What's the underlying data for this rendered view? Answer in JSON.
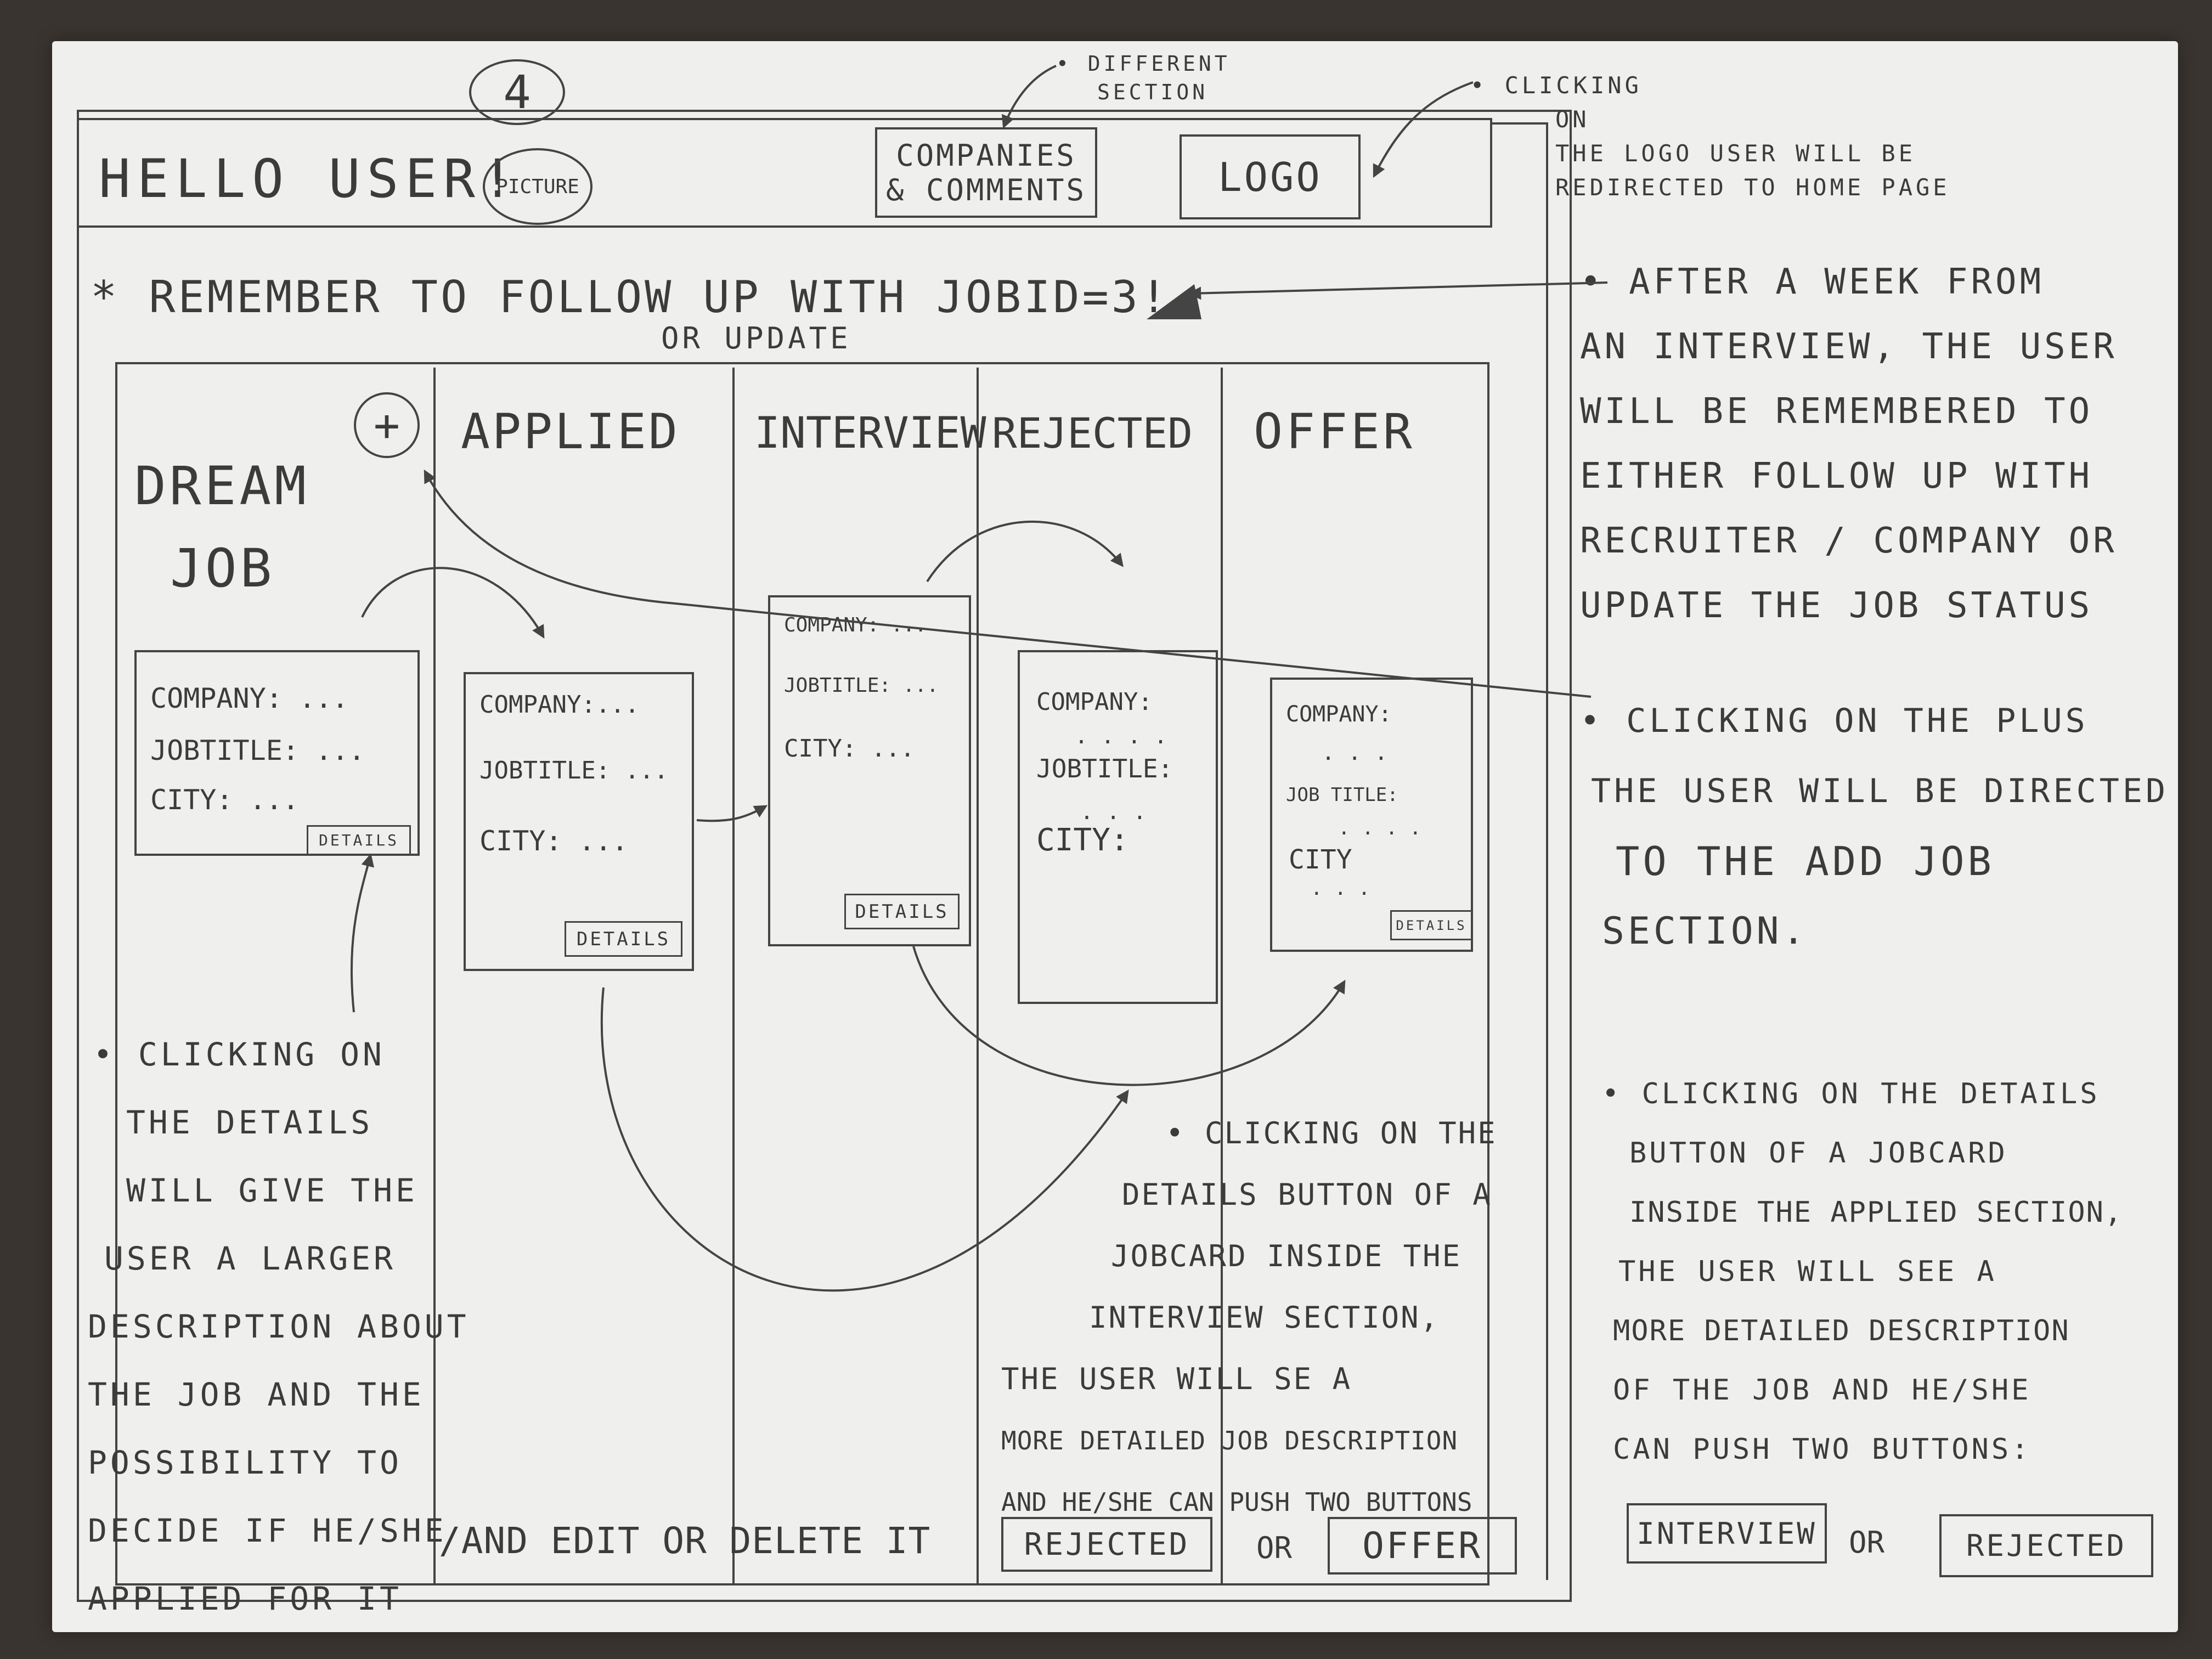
{
  "page_number": "4",
  "header": {
    "greeting": "HELLO USER!",
    "picture_label": "PICTURE",
    "companies_button_line1": "COMPANIES",
    "companies_button_line2": "& COMMENTS",
    "logo_label": "LOGO"
  },
  "reminder": {
    "text": "* REMEMBER TO FOLLOW UP WITH JOBID=3!",
    "sub": "OR UPDATE"
  },
  "columns": [
    {
      "title_line1": "DREAM",
      "title_line2": "JOB"
    },
    {
      "title_line1": "APPLIED"
    },
    {
      "title_line1": "INTERVIEW"
    },
    {
      "title_line1": "REJECTED"
    },
    {
      "title_line1": "OFFER"
    }
  ],
  "add_button": "+",
  "cards": [
    {
      "company": "COMPANY: ...",
      "jobtitle": "JOBTITLE: ...",
      "city": "CITY: ...",
      "details": "DETAILS"
    },
    {
      "company": "COMPANY:...",
      "jobtitle": "JOBTITLE: ...",
      "city": "CITY: ...",
      "details": "DETAILS"
    },
    {
      "company": "COMPANY: ...",
      "jobtitle": "JOBTITLE: ...",
      "city": "CITY: ...",
      "details": "DETAILS"
    },
    {
      "company": "COMPANY:",
      "company_dots": ". . . .",
      "jobtitle": "JOBTITLE:",
      "city": "CITY:",
      "city_dots": ". . .",
      "details": ""
    },
    {
      "company": "COMPANY:",
      "company_dots": ". . .",
      "jobtitle": "JOB TITLE:",
      "jobtitle_dots": ". . . .",
      "city": "CITY",
      "city_dots": ". . .",
      "details": "DETAILS"
    }
  ],
  "bottom": {
    "edit_delete": "/AND EDIT OR DELETE IT",
    "rejected_button": "REJECTED",
    "or": "OR",
    "offer_button": "OFFER"
  },
  "annotations": {
    "different_section": [
      "• DIFFERENT",
      "SECTION"
    ],
    "logo_click": [
      "• CLICKING",
      "ON",
      "THE LOGO USER WILL BE",
      "REDIRECTED TO HOME PAGE"
    ],
    "after_week": [
      "• AFTER A WEEK FROM",
      "AN INTERVIEW, THE USER",
      "WILL BE REMEMBERED TO",
      "EITHER FOLLOW UP WITH",
      "RECRUITER / COMPANY OR",
      "UPDATE THE JOB STATUS"
    ],
    "plus_click": [
      "• CLICKING ON THE PLUS",
      "THE USER WILL BE DIRECTED",
      "TO THE ADD JOB",
      "SECTION."
    ],
    "details_dream": [
      "• CLICKING ON",
      "THE DETAILS",
      "WILL GIVE THE",
      "USER A LARGER",
      "DESCRIPTION ABOUT",
      "THE JOB AND THE",
      "POSSIBILITY TO",
      "DECIDE IF HE/SHE",
      "APPLIED FOR IT"
    ],
    "details_interview": [
      "• CLICKING ON THE",
      "DETAILS BUTTON OF A",
      "JOBCARD INSIDE THE",
      "INTERVIEW SECTION,",
      "THE USER WILL SE A",
      "MORE DETAILED JOB DESCRIPTION",
      "AND HE/SHE CAN PUSH TWO BUTTONS"
    ],
    "details_applied": [
      "• CLICKING ON THE DETAILS",
      "BUTTON OF A JOBCARD",
      "INSIDE THE APPLIED SECTION,",
      "THE USER WILL SEE A",
      "MORE DETAILED DESCRIPTION",
      "OF THE JOB AND HE/SHE",
      "CAN PUSH TWO BUTTONS:"
    ],
    "interview_button": "INTERVIEW",
    "or": "OR",
    "rejected_button": "REJECTED"
  }
}
